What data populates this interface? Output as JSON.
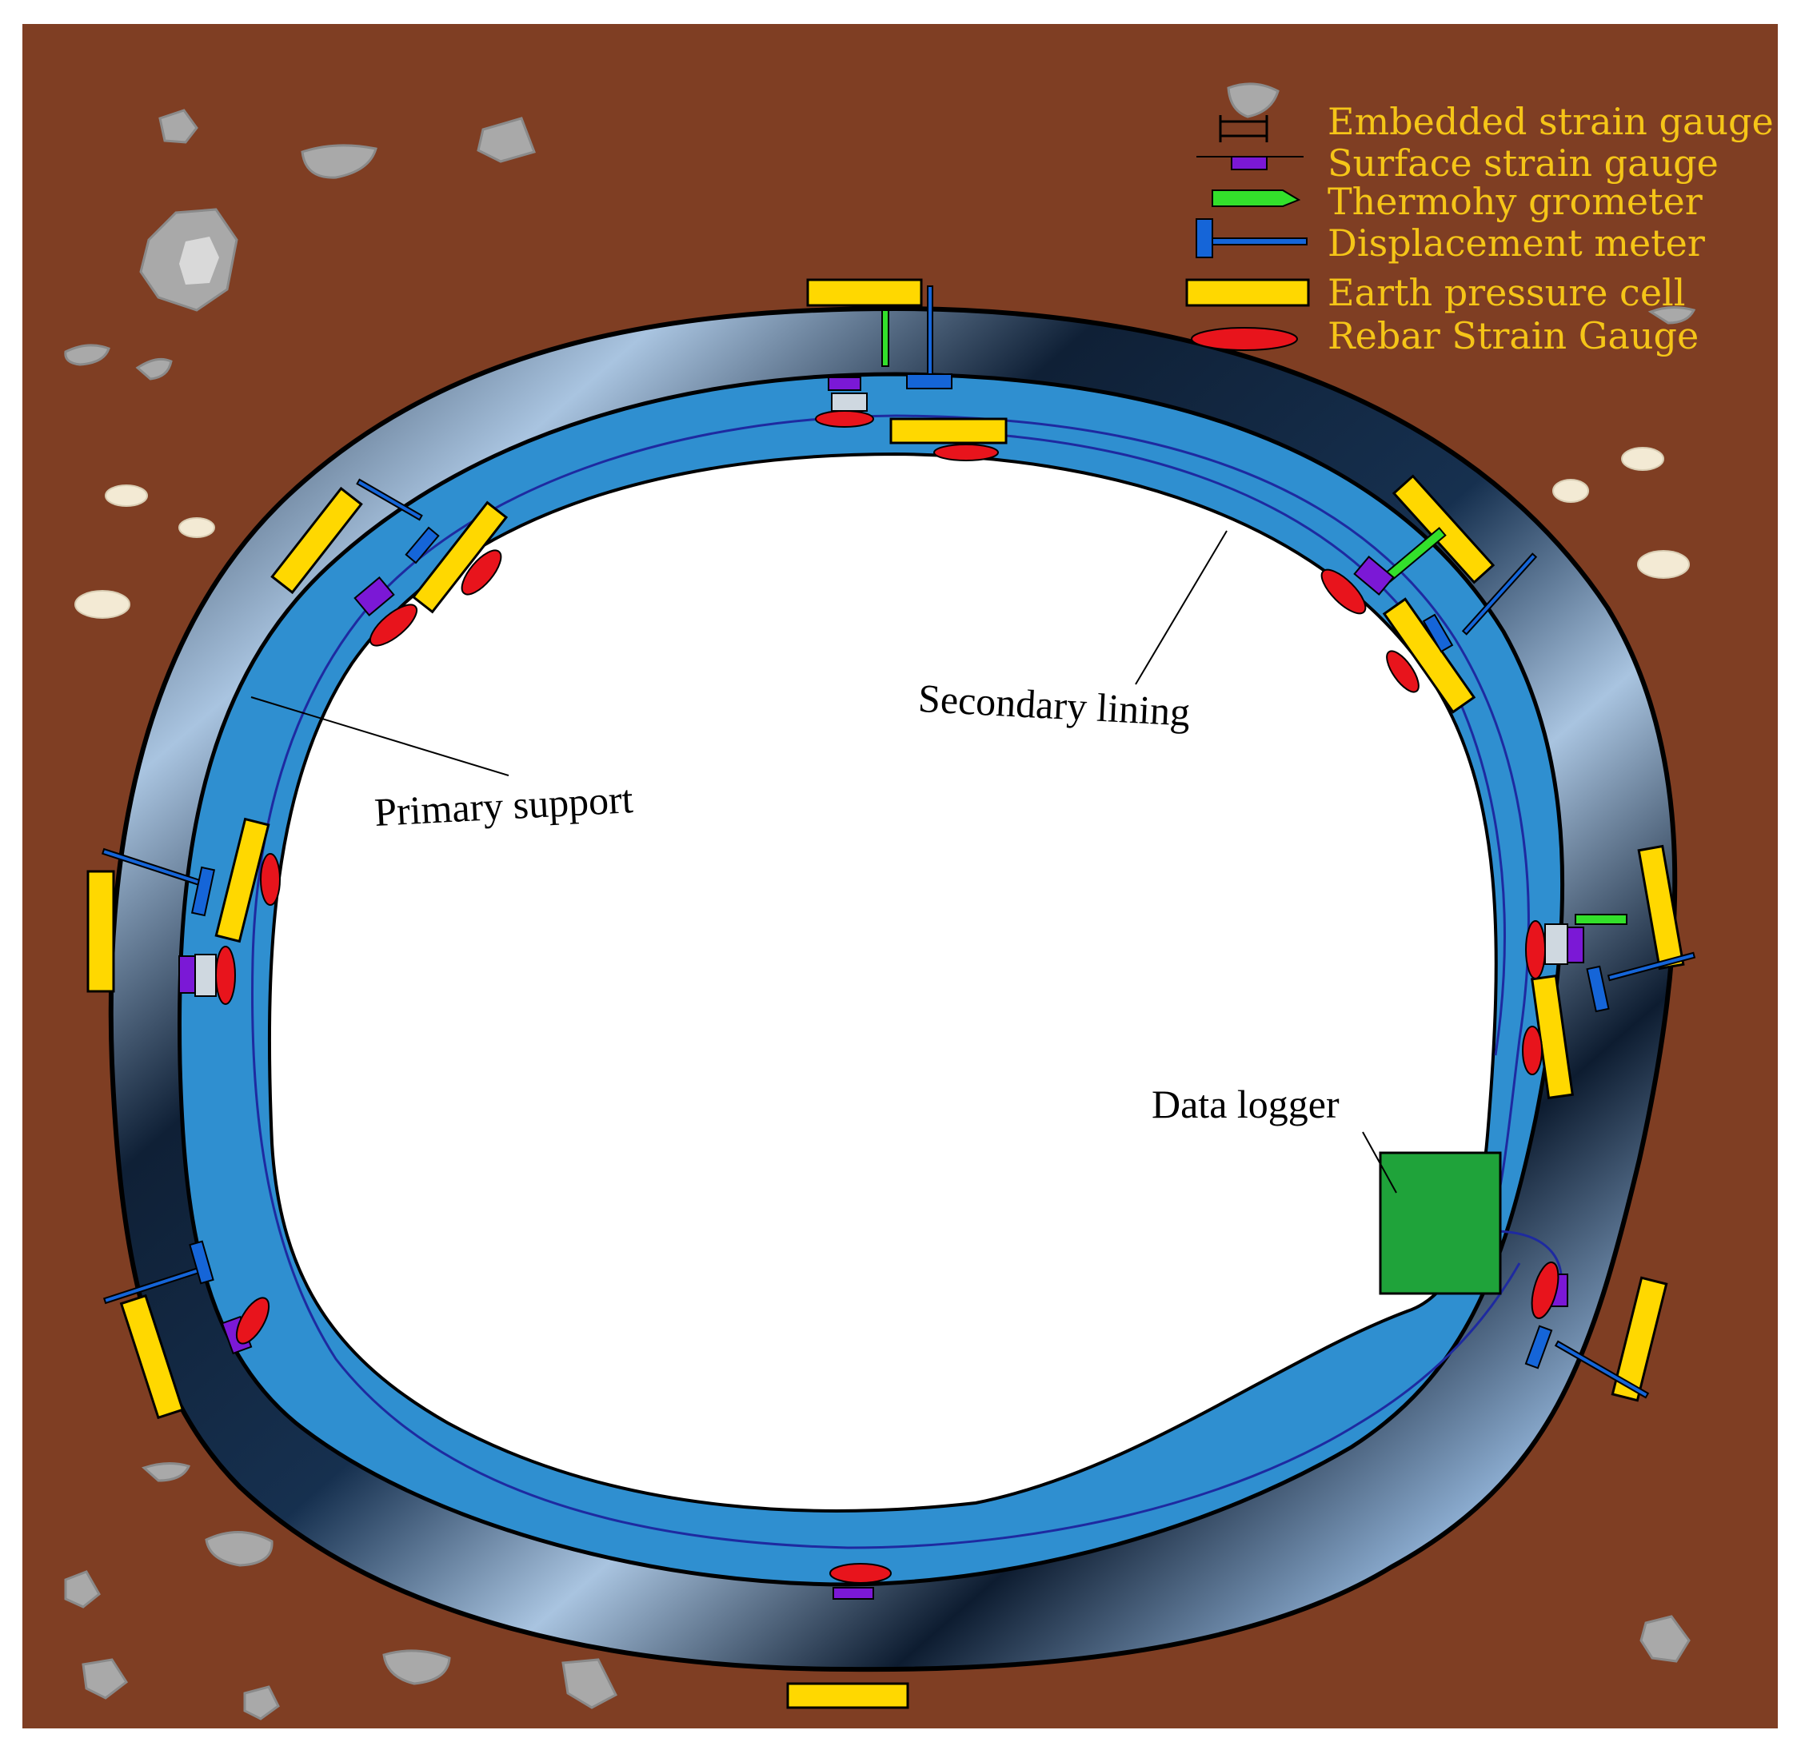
{
  "legend": {
    "embedded_strain_gauge": "Embedded strain gauge",
    "surface_strain_gauge": "Surface strain gauge",
    "thermohygrometer": "Thermohy grometer",
    "displacement_meter": "Displacement meter",
    "earth_pressure_cell": "Earth pressure cell",
    "rebar_strain_gauge": "Rebar Strain Gauge"
  },
  "labels": {
    "secondary_lining": "Secondary lining",
    "primary_support": "Primary support",
    "data_logger": "Data logger"
  },
  "colors": {
    "soil": "#7f3e23",
    "rock": "#a9a9a9",
    "pebble": "#f3ead4",
    "primary_support_dark": "#0d1c30",
    "primary_support_light": "#a9c4e0",
    "secondary_lining": "#2f8fd0",
    "earth_pressure_cell": "#ffd800",
    "surface_strain_gauge": "#7b18d6",
    "thermohygrometer": "#33e02b",
    "displacement_meter": "#1565d8",
    "rebar_strain_gauge": "#e8141c",
    "data_logger": "#1fa33a",
    "legend_text": "#f5c518",
    "cable": "#1e2aa0"
  }
}
